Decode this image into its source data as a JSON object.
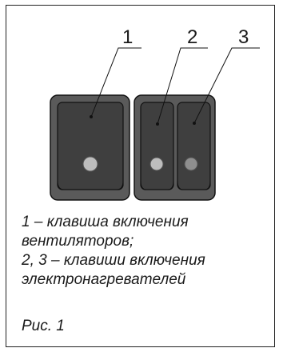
{
  "callouts": {
    "one": "1",
    "two": "2",
    "three": "3"
  },
  "caption_lines": [
    "1 – клавиша включения",
    "вентиляторов;",
    "2, 3 – клавиши включения",
    "электронагревателей"
  ],
  "figure_label": "Рис. 1",
  "colors": {
    "housing": "#5a5a5a",
    "rocker": "#3d3d3d",
    "outline": "#111111",
    "indicator_light": "#bdbdbd",
    "indicator_dark": "#8f8f8f"
  }
}
